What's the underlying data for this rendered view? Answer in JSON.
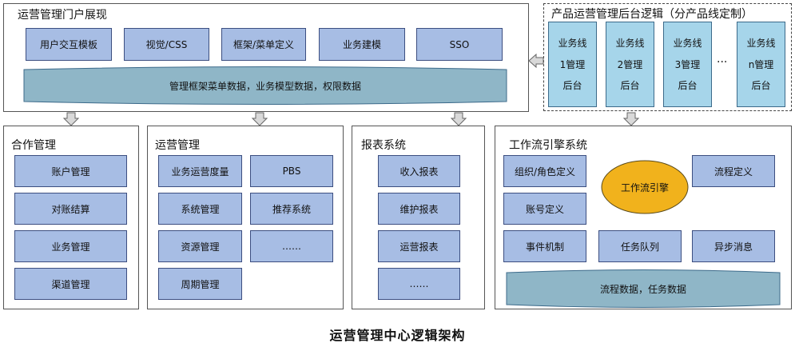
{
  "portal": {
    "title": "运营管理门户展现",
    "boxes": [
      "用户交互模板",
      "视觉/CSS",
      "框架/菜单定义",
      "业务建模",
      "SSO"
    ],
    "band": "管理框架菜单数据，业务模型数据，权限数据"
  },
  "product_backend": {
    "title": "产品运营管理后台逻辑（分产品线定制）",
    "lines": [
      {
        "l1": "业务线",
        "l2": "1管理",
        "l3": "后台"
      },
      {
        "l1": "业务线",
        "l2": "2管理",
        "l3": "后台"
      },
      {
        "l1": "业务线",
        "l2": "3管理",
        "l3": "后台"
      },
      {
        "l1": "业务线",
        "l2": "n管理",
        "l3": "后台"
      }
    ],
    "ellipsis": "···"
  },
  "cooperation": {
    "title": "合作管理",
    "items": [
      "账户管理",
      "对账结算",
      "业务管理",
      "渠道管理"
    ]
  },
  "operations": {
    "title": "运营管理",
    "left": [
      "业务运营度量",
      "系统管理",
      "资源管理",
      "周期管理"
    ],
    "right": [
      "PBS",
      "推荐系统",
      "……"
    ]
  },
  "reports": {
    "title": "报表系统",
    "items": [
      "收入报表",
      "维护报表",
      "运营报表",
      "……"
    ]
  },
  "workflow": {
    "title": "工作流引擎系统",
    "role": "组织/角色定义",
    "engine": "工作流引擎",
    "process": "流程定义",
    "account": "账号定义",
    "event": "事件机制",
    "queue": "任务队列",
    "async": "异步消息",
    "band": "流程数据，任务数据"
  },
  "caption": "运营管理中心逻辑架构",
  "colors": {
    "box_fill": "#a7bde4",
    "backend_fill": "#a6d5ea",
    "band_fill": "#8fb6c7",
    "engine_fill": "#f1b21c",
    "arrow_fill": "#d9d9d9"
  }
}
